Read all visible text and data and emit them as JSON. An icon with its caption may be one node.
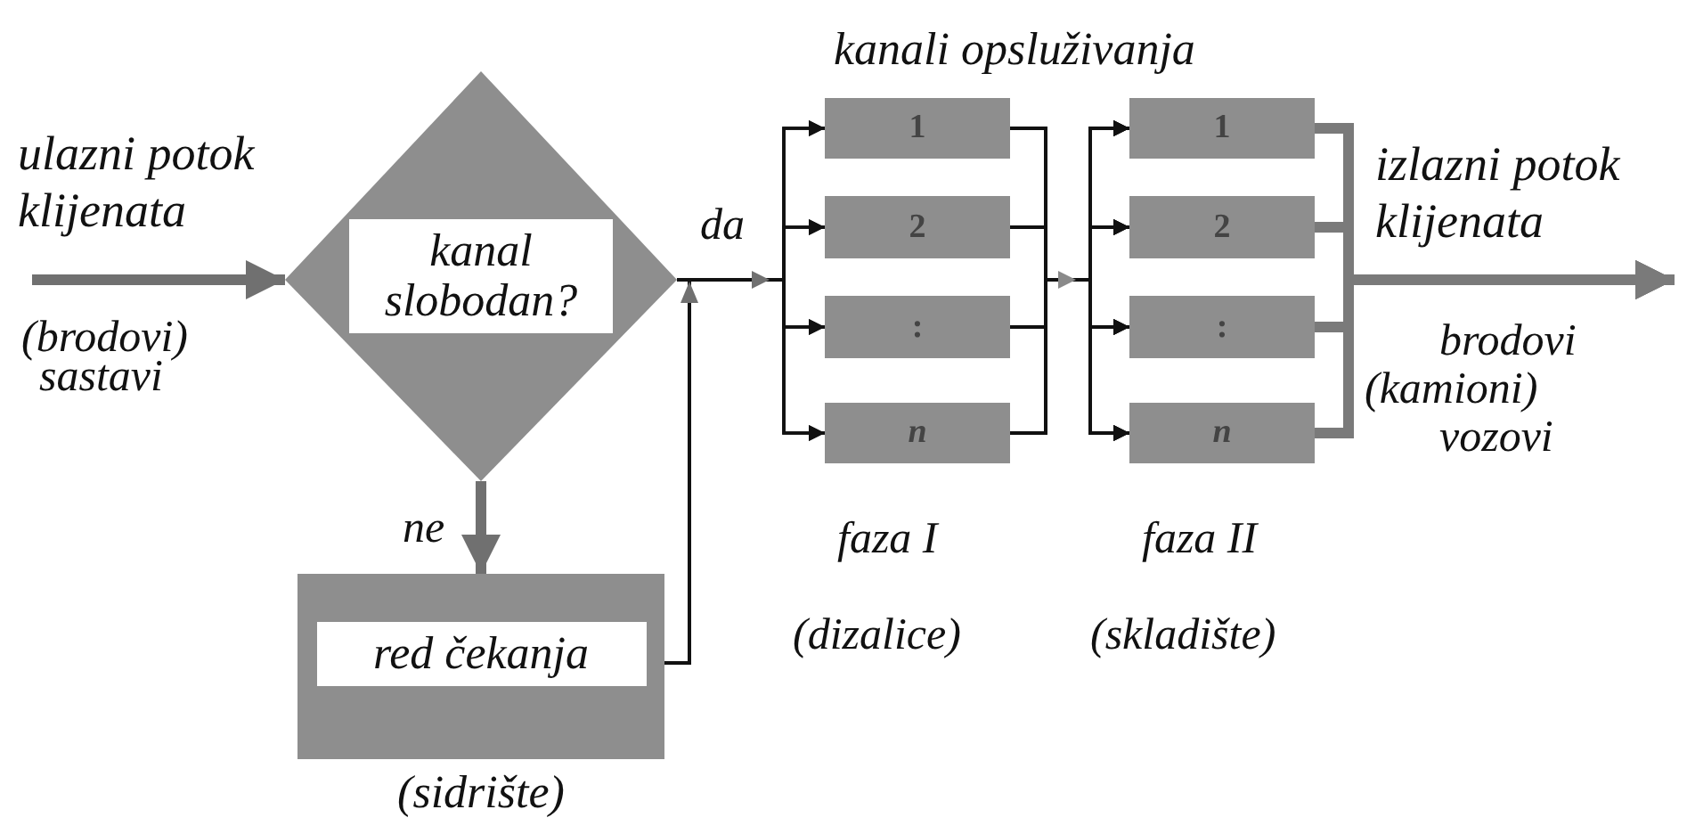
{
  "diagram": {
    "nodes": [
      {
        "text": [
          "kanal slobodan?"
        ]
      },
      {
        "text": [
          "red čekanja"
        ],
        "beside": [
          "(sidrište)"
        ]
      },
      {
        "text": [
          "1"
        ]
      },
      {
        "text": [
          "2"
        ]
      },
      {
        "text": [
          ":"
        ]
      },
      {
        "text": [
          "n"
        ]
      },
      {
        "text": [
          "1"
        ]
      },
      {
        "text": [
          "2"
        ]
      },
      {
        "text": [
          ":"
        ]
      },
      {
        "text": [
          "n"
        ]
      }
    ],
    "edges": [
      {
        "from": null,
        "to": 0,
        "arrow": "to",
        "style": "thick",
        "color": "#707070"
      },
      {
        "from": 0,
        "to": 1,
        "arrow": "to",
        "label": "ne",
        "style": "thick",
        "color": "#707070"
      },
      {
        "from": 0,
        "to": 2,
        "arrow": "to",
        "label": "da"
      },
      {
        "from": 0,
        "to": 3,
        "arrow": "to"
      },
      {
        "from": 0,
        "to": 4,
        "arrow": "to"
      },
      {
        "from": 0,
        "to": 5,
        "arrow": "to"
      },
      {
        "from": 1,
        "to": 2,
        "arrow": "to"
      },
      {
        "from": 1,
        "to": 3,
        "arrow": "to"
      },
      {
        "from": 1,
        "to": 4,
        "arrow": "to"
      },
      {
        "from": 1,
        "to": 5,
        "arrow": "to"
      },
      {
        "from": 2,
        "to": 6,
        "arrow": "to"
      },
      {
        "from": 2,
        "to": 7,
        "arrow": "to"
      },
      {
        "from": 2,
        "to": 8,
        "arrow": "to"
      },
      {
        "from": 2,
        "to": 9,
        "arrow": "to"
      },
      {
        "from": 3,
        "to": 6,
        "arrow": "to"
      },
      {
        "from": 3,
        "to": 7,
        "arrow": "to"
      },
      {
        "from": 3,
        "to": 8,
        "arrow": "to"
      },
      {
        "from": 3,
        "to": 9,
        "arrow": "to"
      },
      {
        "from": 4,
        "to": 6,
        "arrow": "to"
      },
      {
        "from": 4,
        "to": 7,
        "arrow": "to"
      },
      {
        "from": 4,
        "to": 8,
        "arrow": "to"
      },
      {
        "from": 4,
        "to": 9,
        "arrow": "to"
      },
      {
        "from": 5,
        "to": 6,
        "arrow": "to"
      },
      {
        "from": 5,
        "to": 7,
        "arrow": "to"
      },
      {
        "from": 5,
        "to": 8,
        "arrow": "to"
      },
      {
        "from": 5,
        "to": 9,
        "arrow": "to"
      },
      {
        "from": 6,
        "to": null,
        "arrow": "to",
        "style": "thick",
        "color": "#7a7a7a"
      },
      {
        "from": 7,
        "to": null,
        "arrow": "to",
        "style": "thick",
        "color": "#7a7a7a"
      },
      {
        "from": 8,
        "to": null,
        "arrow": "to",
        "style": "thick",
        "color": "#7a7a7a"
      },
      {
        "from": 9,
        "to": null,
        "arrow": "to",
        "style": "thick",
        "color": "#7a7a7a"
      }
    ],
    "labels": [
      "kanali opsluživanja",
      "ulazni potok klijenata",
      "(brodovi)",
      "sastavi",
      "izlazni potok klijenata",
      "brodovi",
      "(kamioni)",
      "vozovi",
      "faza I",
      "(dizalice)",
      "faza II",
      "(skladište)"
    ]
  }
}
